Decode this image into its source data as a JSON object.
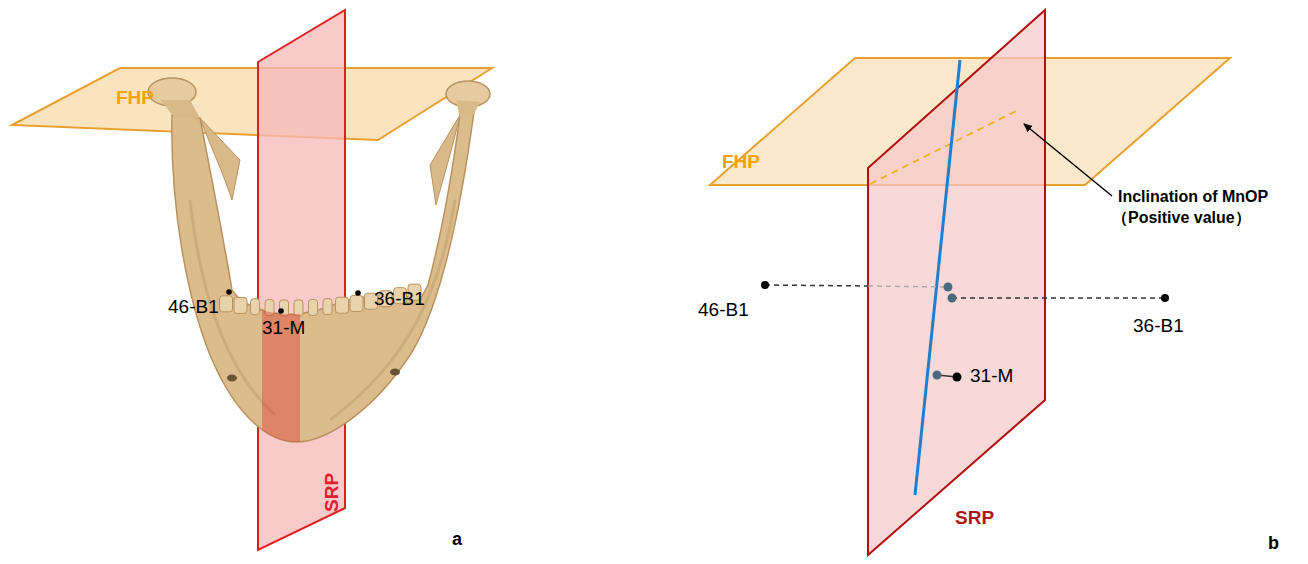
{
  "diagram": {
    "labels": [
      "FHP",
      "SRP",
      "46-B1",
      "31-M",
      "36-B1",
      "a",
      "FHP",
      "SRP",
      "46-B1",
      "36-B1",
      "31-M",
      "Inclination of MnOP",
      "（Positive value）",
      "b"
    ]
  }
}
